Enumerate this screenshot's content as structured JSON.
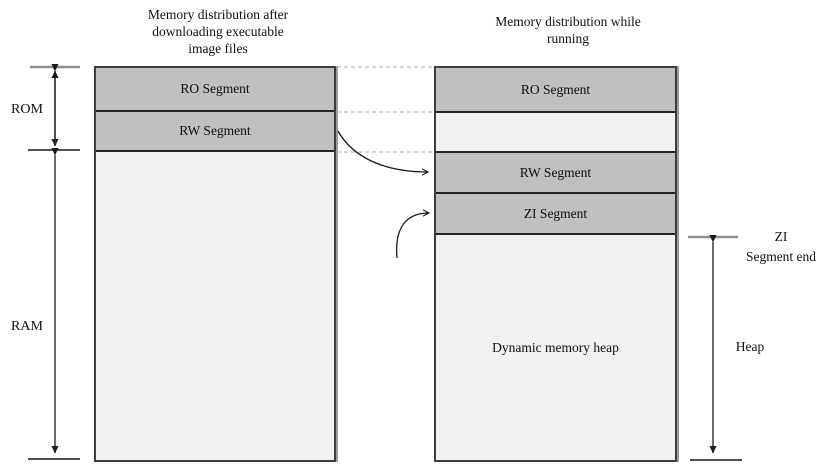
{
  "left_column": {
    "title_lines": [
      "Memory distribution after",
      "downloading executable",
      "image files"
    ],
    "segments": {
      "ro": "RO Segment",
      "rw": "RW Segment"
    }
  },
  "right_column": {
    "title_lines": [
      "Memory distribution while",
      "running"
    ],
    "segments": {
      "ro": "RO Segment",
      "rw": "RW Segment",
      "zi": "ZI Segment",
      "heap": "Dynamic memory heap"
    }
  },
  "measures": {
    "rom": "ROM",
    "ram": "RAM",
    "zi_end_lines": [
      "ZI",
      "Segment end"
    ],
    "heap": "Heap"
  },
  "colors": {
    "segment_fill": "#c0c0c0",
    "empty_fill": "#f1f1f1",
    "box_border": "#3d3d3d",
    "box_shadow": "#9c9c9c",
    "separator": "#242424",
    "dashed_line": "#bdbdbd",
    "arrow": "#1a1a1a",
    "gray_tick": "#8f8f8f"
  }
}
